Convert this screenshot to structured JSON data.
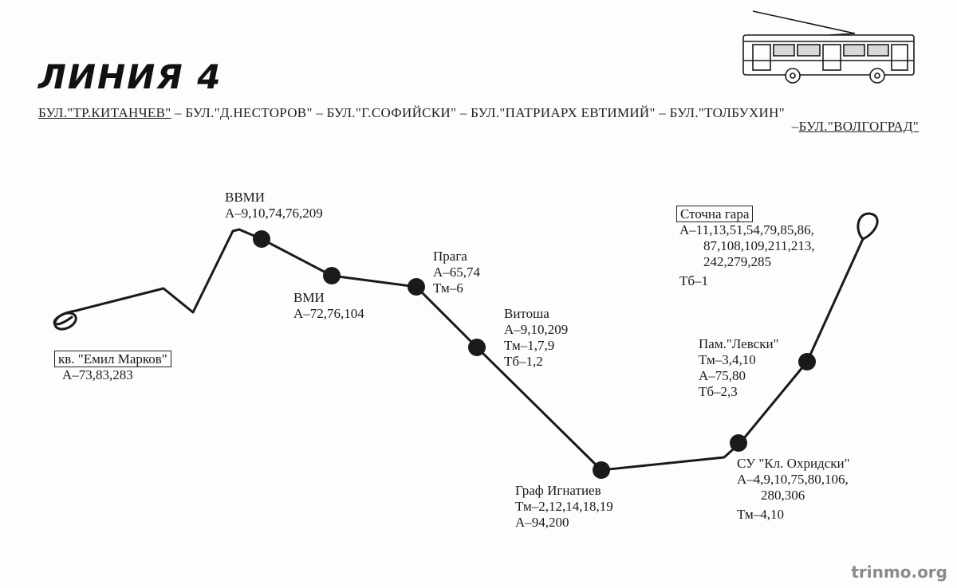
{
  "title": "ЛИНИЯ 4",
  "route": {
    "line1_parts": [
      "БУЛ.\"ТР.КИТАНЧЕВ\"",
      " – БУЛ.\"Д.НЕСТОРОВ\" – БУЛ.\"Г.СОФИЙСКИ\" – БУЛ.\"ПАТРИАРХ ЕВТИМИЙ\" – ",
      "БУЛ.\"ТОЛБУХИН\""
    ],
    "line2_parts": [
      "–",
      "БУЛ.\"ВОЛГОГРАД\""
    ]
  },
  "stops": [
    {
      "name": "кв. \"Емил Марков\"",
      "lines": [
        "А–73,83,283"
      ],
      "terminal": true
    },
    {
      "name": "ВВМИ",
      "lines": [
        "А–9,10,74,76,209"
      ]
    },
    {
      "name": "ВМИ",
      "lines": [
        "А–72,76,104"
      ]
    },
    {
      "name": "Прага",
      "lines": [
        "А–65,74",
        "Тм–6"
      ]
    },
    {
      "name": "Витоша",
      "lines": [
        "А–9,10,209",
        "Тм–1,7,9",
        "Тб–1,2"
      ]
    },
    {
      "name": "Граф Игнатиев",
      "lines": [
        "Тм–2,12,14,18,19",
        "А–94,200"
      ]
    },
    {
      "name": "СУ \"Кл. Охридски\"",
      "lines": [
        "А–4,9,10,75,80,106,",
        "280,306",
        "Тм–4,10"
      ]
    },
    {
      "name": "Пам.\"Левски\"",
      "lines": [
        "Тм–3,4,10",
        "А–75,80",
        "Тб–2,3"
      ]
    },
    {
      "name": "Сточна гара",
      "lines": [
        "А–11,13,51,54,79,85,86,",
        "87,108,109,211,213,",
        "242,279,285",
        "Тб–1"
      ],
      "terminal": true
    }
  ],
  "watermark": "trinmo.org",
  "icons": {
    "vehicle": "trolleybus-icon"
  },
  "colors": {
    "ink": "#1a1a1a",
    "paper": "#fdfdfb"
  }
}
